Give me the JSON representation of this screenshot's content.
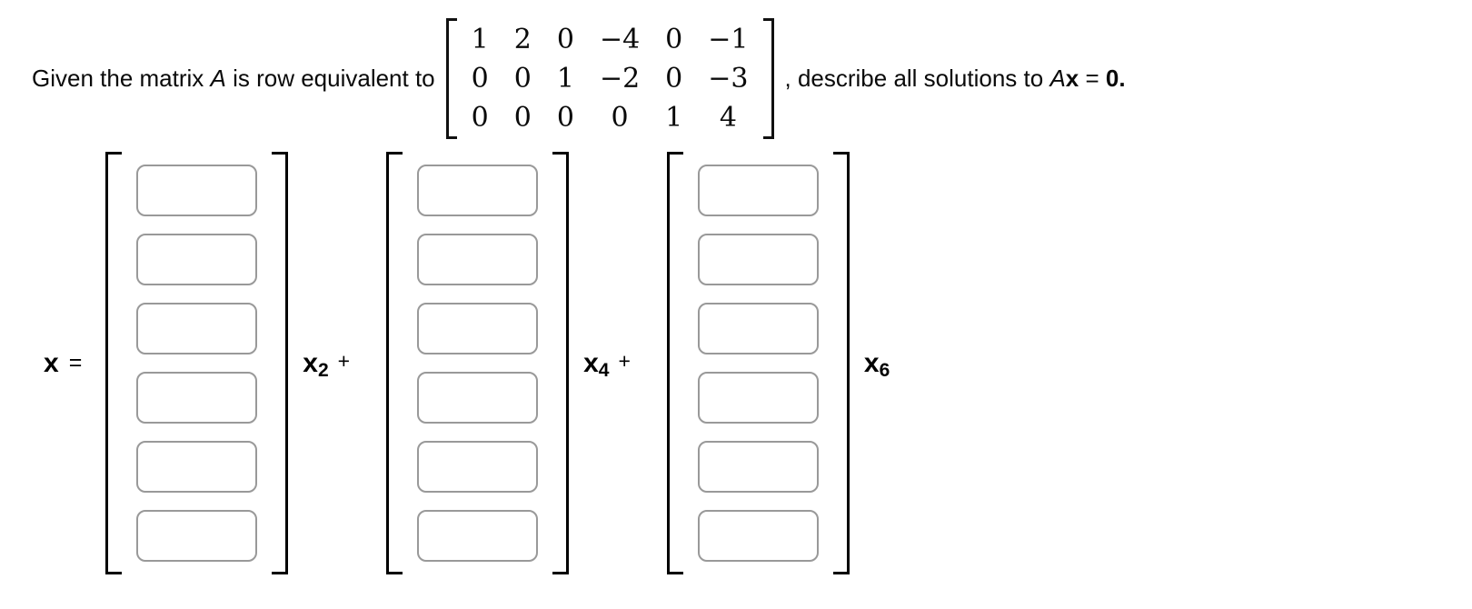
{
  "problem": {
    "prefix": "Given the matrix ",
    "matrix_symbol": "A",
    "middle": " is row equivalent to",
    "comma_suffix": ", describe all solutions to ",
    "eq_matrix": "A",
    "eq_vector": "x",
    "eq_equals": " = ",
    "eq_zero": "0",
    "eq_period": "."
  },
  "matrix": {
    "rows": [
      [
        "1",
        "2",
        "0",
        "−4",
        "0",
        "−1"
      ],
      [
        "0",
        "0",
        "1",
        "−2",
        "0",
        "−3"
      ],
      [
        "0",
        "0",
        "0",
        "0",
        "1",
        "4"
      ]
    ]
  },
  "solution": {
    "x_label": "x",
    "equals_sign": "=",
    "vectors": [
      {
        "id": "x2",
        "rows": 6,
        "coefficient_base": "x",
        "coefficient_subscript": "2",
        "trailing_operator": "+"
      },
      {
        "id": "x4",
        "rows": 6,
        "coefficient_base": "x",
        "coefficient_subscript": "4",
        "trailing_operator": "+"
      },
      {
        "id": "x6",
        "rows": 6,
        "coefficient_base": "x",
        "coefficient_subscript": "6",
        "trailing_operator": ""
      }
    ]
  },
  "colors": {
    "text": "#0a0a0a",
    "bracket": "#000000",
    "input_border": "#999999",
    "background": "#ffffff"
  }
}
